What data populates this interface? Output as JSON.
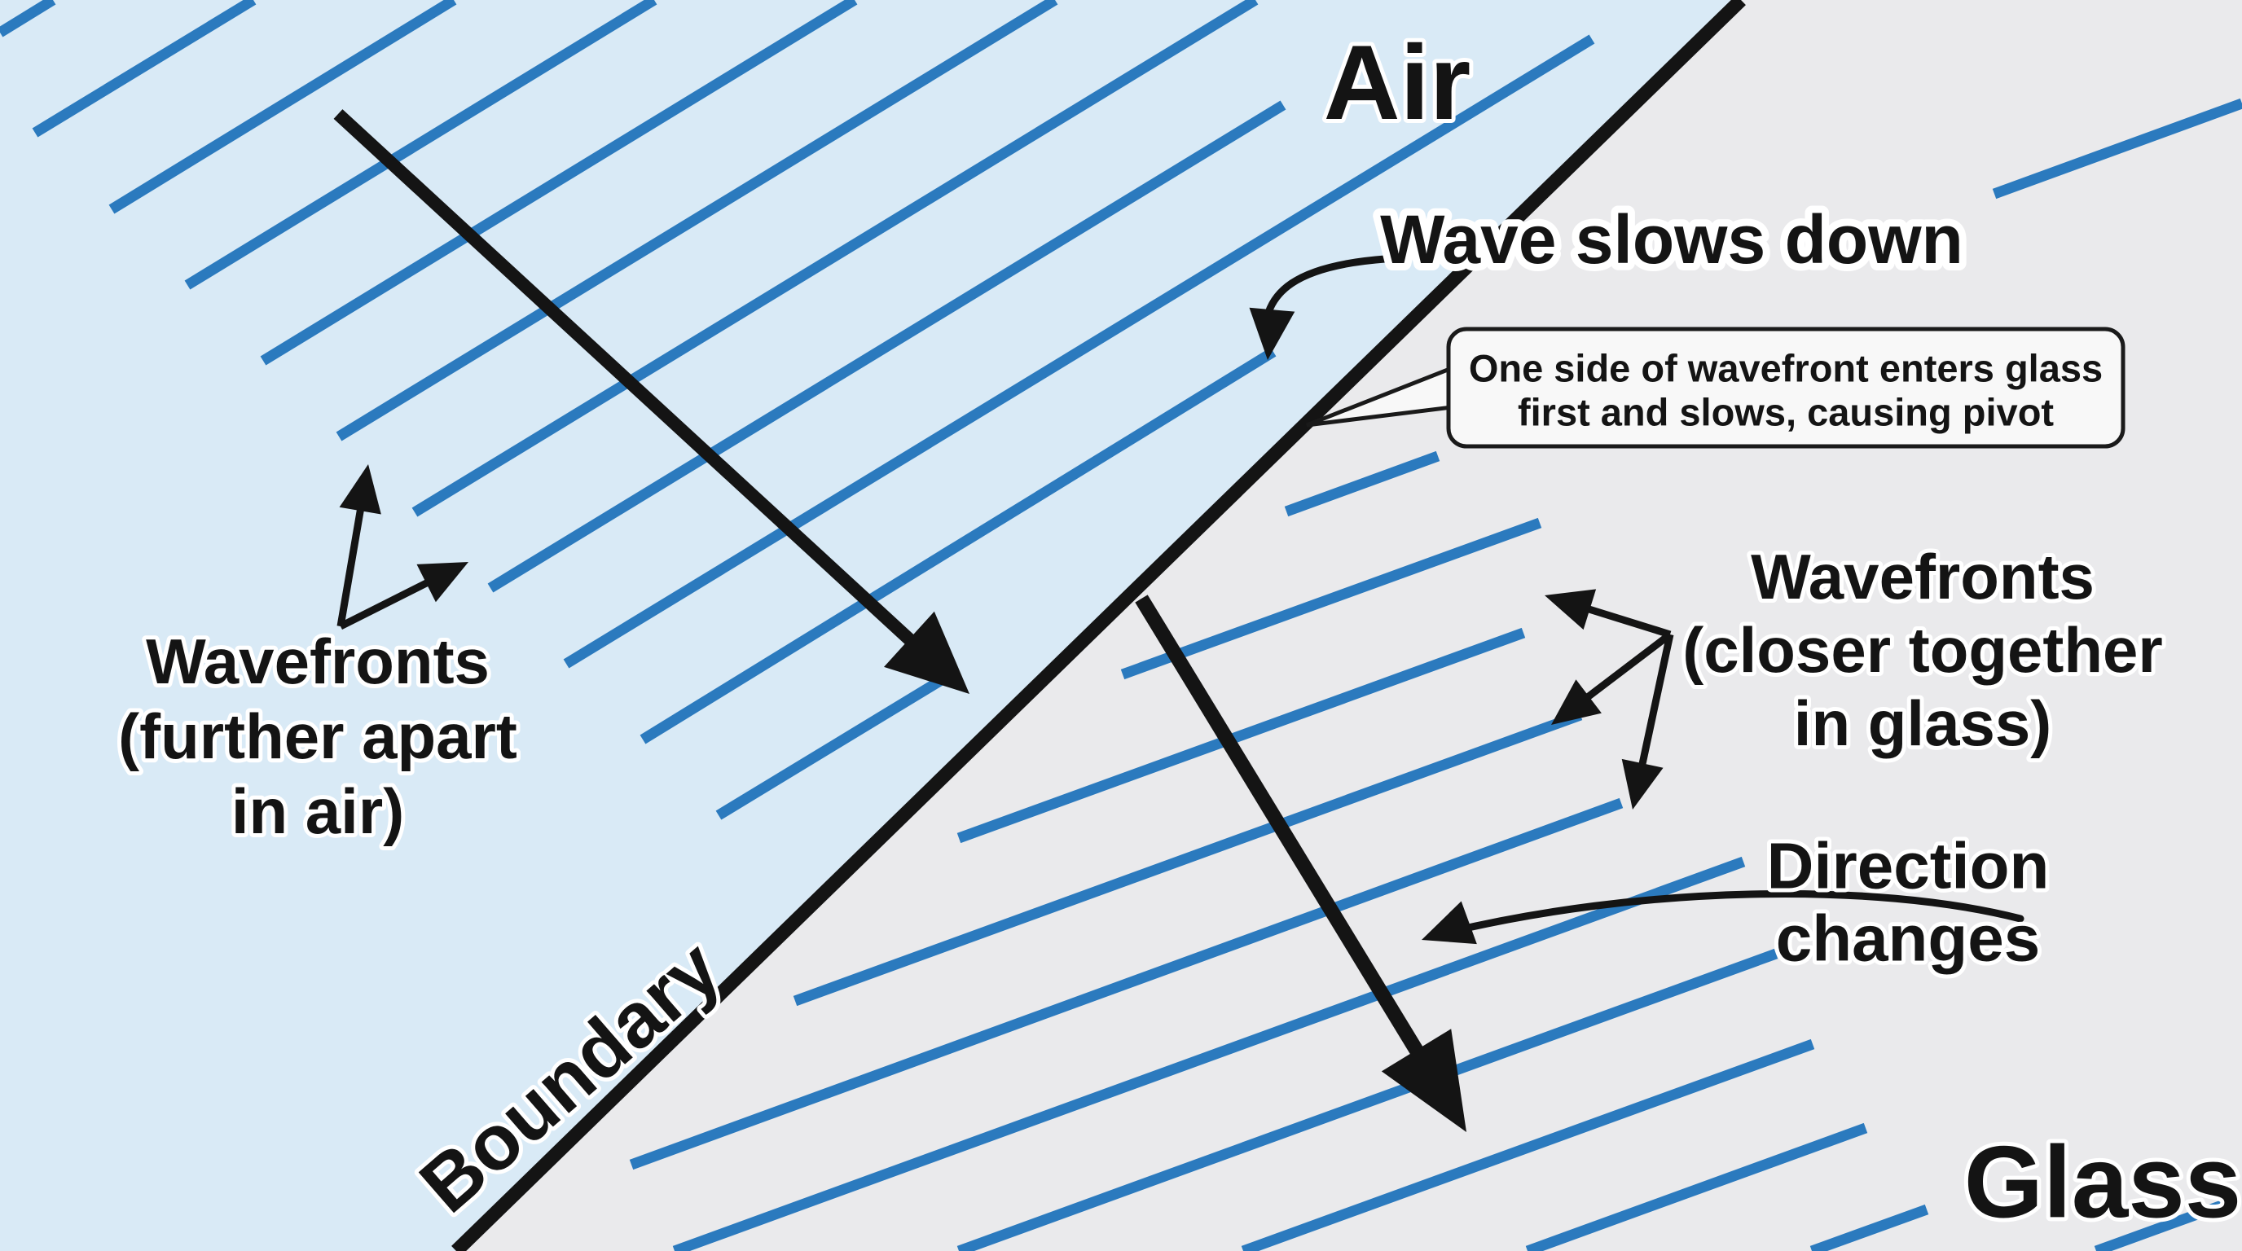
{
  "regions": {
    "air_label": "Air",
    "glass_label": "Glass",
    "boundary_label": "Boundary"
  },
  "annotations": {
    "wave_slows": "Wave slows down",
    "bubble": {
      "line1": "One side of wavefront enters glass",
      "line2": "first and slows, causing pivot"
    },
    "air_wavefronts": {
      "line1": "Wavefronts",
      "line2": "(further apart",
      "line3": "in air)"
    },
    "glass_wavefronts": {
      "line1": "Wavefronts",
      "line2": "(closer together",
      "line3": "in glass)"
    },
    "direction": {
      "line1": "Direction",
      "line2": "changes"
    }
  },
  "colors": {
    "air_bg": "#d9eaf6",
    "glass_bg": "#eaeaec",
    "wavefront_blue": "#2b7abe",
    "ink": "#141414",
    "bubble_fill": "#f8f8f8",
    "bubble_border": "#1a1a1a",
    "halo": "#ffffff"
  },
  "diagram": {
    "type": "physics-refraction-diagram",
    "subject": "Plane wavefronts refracting at an air-glass boundary",
    "media": [
      {
        "name": "Air",
        "wavefront_count": 11,
        "wavefront_spacing": "wider"
      },
      {
        "name": "Glass",
        "wavefront_count": 12,
        "wavefront_spacing": "narrower"
      }
    ],
    "boundary_orientation_deg": -45,
    "incident_ray_angle_below_horizontal_deg": 43,
    "refracted_ray_angle_below_horizontal_deg": 58,
    "behavior": [
      "Wave slows down",
      "Direction changes",
      "Wavefront pivots entering glass"
    ]
  }
}
